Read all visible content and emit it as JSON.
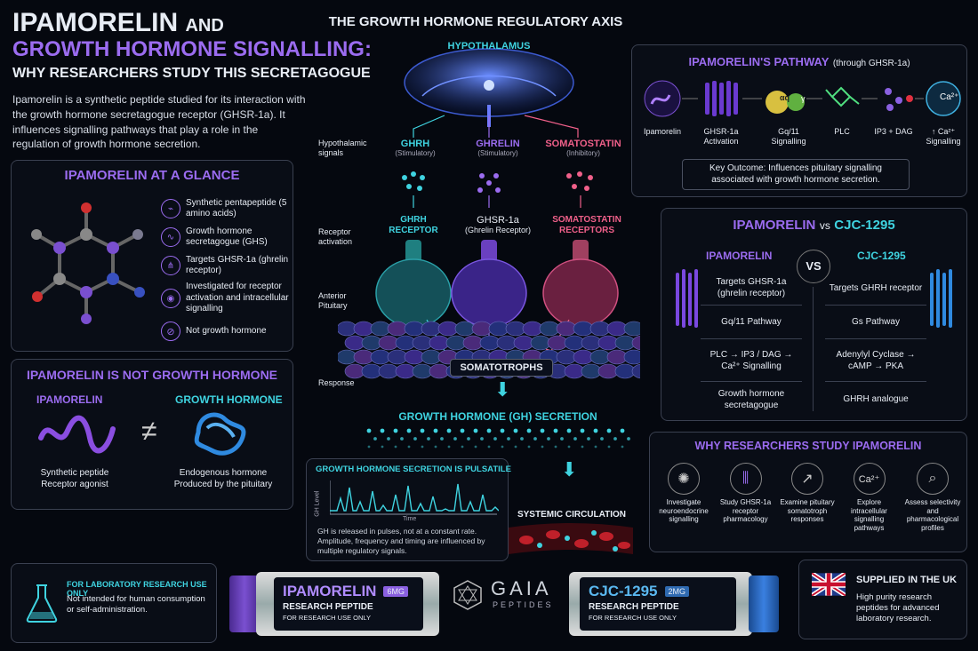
{
  "title": {
    "line1a": "IPAMORELIN",
    "line1b": "AND",
    "line2": "GROWTH HORMONE SIGNALLING:",
    "line3": "WHY RESEARCHERS STUDY THIS SECRETAGOGUE"
  },
  "intro": "Ipamorelin is a synthetic peptide studied for its interaction with the growth hormone secretagogue receptor (GHSR-1a). It influences signalling pathways that play a role in the regulation of growth hormone secretion.",
  "glance": {
    "title": "IPAMORELIN AT A GLANCE",
    "items": [
      {
        "icon": "peptide-icon",
        "text": "Synthetic pentapeptide (5 amino acids)"
      },
      {
        "icon": "secretagogue-icon",
        "text": "Growth hormone secretagogue (GHS)"
      },
      {
        "icon": "receptor-icon",
        "text": "Targets GHSR-1a (ghrelin receptor)"
      },
      {
        "icon": "signal-icon",
        "text": "Investigated for receptor activation and intracellular signalling"
      },
      {
        "icon": "not-icon",
        "text": "Not growth hormone"
      }
    ]
  },
  "not_gh": {
    "title": "IPAMORELIN IS NOT GROWTH HORMONE",
    "left_label": "IPAMORELIN",
    "right_label": "GROWTH HORMONE",
    "neq": "≠",
    "left_desc": "Synthetic peptide\nReceptor agonist",
    "right_desc": "Endogenous hormone\nProduced by the pituitary"
  },
  "axis": {
    "title": "THE GROWTH HORMONE REGULATORY AXIS",
    "hypothalamus": "HYPOTHALAMUS",
    "rows": [
      "Hypothalamic signals",
      "Receptor activation",
      "Anterior Pituitary",
      "Response"
    ],
    "signals": [
      {
        "name": "GHRH",
        "type": "(Stimulatory)"
      },
      {
        "name": "GHRELIN",
        "type": "(Stimulatory)"
      },
      {
        "name": "SOMATOSTATIN",
        "type": "(Inhibitory)"
      }
    ],
    "receptors": [
      {
        "name": "GHRH RECEPTOR",
        "sub": ""
      },
      {
        "name": "GHSR-1a",
        "sub": "(Ghrelin Receptor)"
      },
      {
        "name": "SOMATOSTATIN RECEPTORS",
        "sub": ""
      }
    ],
    "somatotrophs": "SOMATOTROPHS",
    "secretion": "GROWTH HORMONE (GH) SECRETION",
    "circulation": "SYSTEMIC CIRCULATION"
  },
  "pulsatile": {
    "title": "GROWTH HORMONE SECRETION IS PULSATILE",
    "ylabel": "GH Level",
    "xlabel": "Time",
    "desc": "GH is released in pulses, not at a constant rate. Amplitude, frequency and timing are influenced by multiple regulatory signals."
  },
  "pathway": {
    "title": "IPAMORELIN'S PATHWAY",
    "title_sub": "(through GHSR-1a)",
    "steps": [
      "Ipamorelin",
      "GHSR-1a Activation",
      "Gq/11 Signalling",
      "PLC",
      "IP3 + DAG",
      "↑ Ca²⁺ Signalling"
    ],
    "gq_a": "αq",
    "gq_g": "γ",
    "ca": "Ca²⁺",
    "outcome": "Key Outcome: Influences pituitary signalling associated with growth hormone secretion."
  },
  "compare": {
    "title_a": "IPAMORELIN",
    "title_vs": "vs",
    "title_b": "CJC-1295",
    "left_head": "IPAMORELIN",
    "right_head": "CJC-1295",
    "vs": "VS",
    "left": [
      "Targets GHSR-1a (ghrelin receptor)",
      "Gq/11 Pathway",
      "PLC → IP3 / DAG → Ca²⁺ Signalling",
      "Growth hormone secretagogue"
    ],
    "right": [
      "Targets GHRH receptor",
      "Gs Pathway",
      "Adenylyl Cyclase → cAMP → PKA",
      "GHRH analogue"
    ]
  },
  "why": {
    "title": "WHY RESEARCHERS STUDY IPAMORELIN",
    "ca": "Ca²⁺",
    "items": [
      {
        "icon": "brain-icon",
        "text": "Investigate neuroendocrine signalling"
      },
      {
        "icon": "receptor-icon",
        "text": "Study GHSR-1a receptor pharmacology"
      },
      {
        "icon": "trend-icon",
        "text": "Examine pituitary somatotroph responses"
      },
      {
        "icon": "calcium-icon",
        "text": "Explore intracellular signalling pathways"
      },
      {
        "icon": "magnifier-icon",
        "text": "Assess selectivity and pharmacological profiles"
      }
    ]
  },
  "lab": {
    "title": "FOR LABORATORY RESEARCH USE ONLY",
    "desc": "Not intended for human consumption or self-administration."
  },
  "vial1": {
    "name": "IPAMORELIN",
    "dose": "6MG",
    "sub": "RESEARCH PEPTIDE",
    "note": "FOR RESEARCH USE ONLY"
  },
  "vial2": {
    "name": "CJC-1295",
    "dose": "2MG",
    "sub": "RESEARCH PEPTIDE",
    "note": "FOR RESEARCH USE ONLY"
  },
  "brand": {
    "name": "GAIA",
    "sub": "PEPTIDES"
  },
  "uk": {
    "title": "SUPPLIED IN THE UK",
    "desc": "High purity research peptides for advanced laboratory research."
  },
  "colors": {
    "purple": "#9b6cf0",
    "cyan": "#3fd3e0",
    "pink": "#f0608a",
    "bg": "#05080f"
  }
}
